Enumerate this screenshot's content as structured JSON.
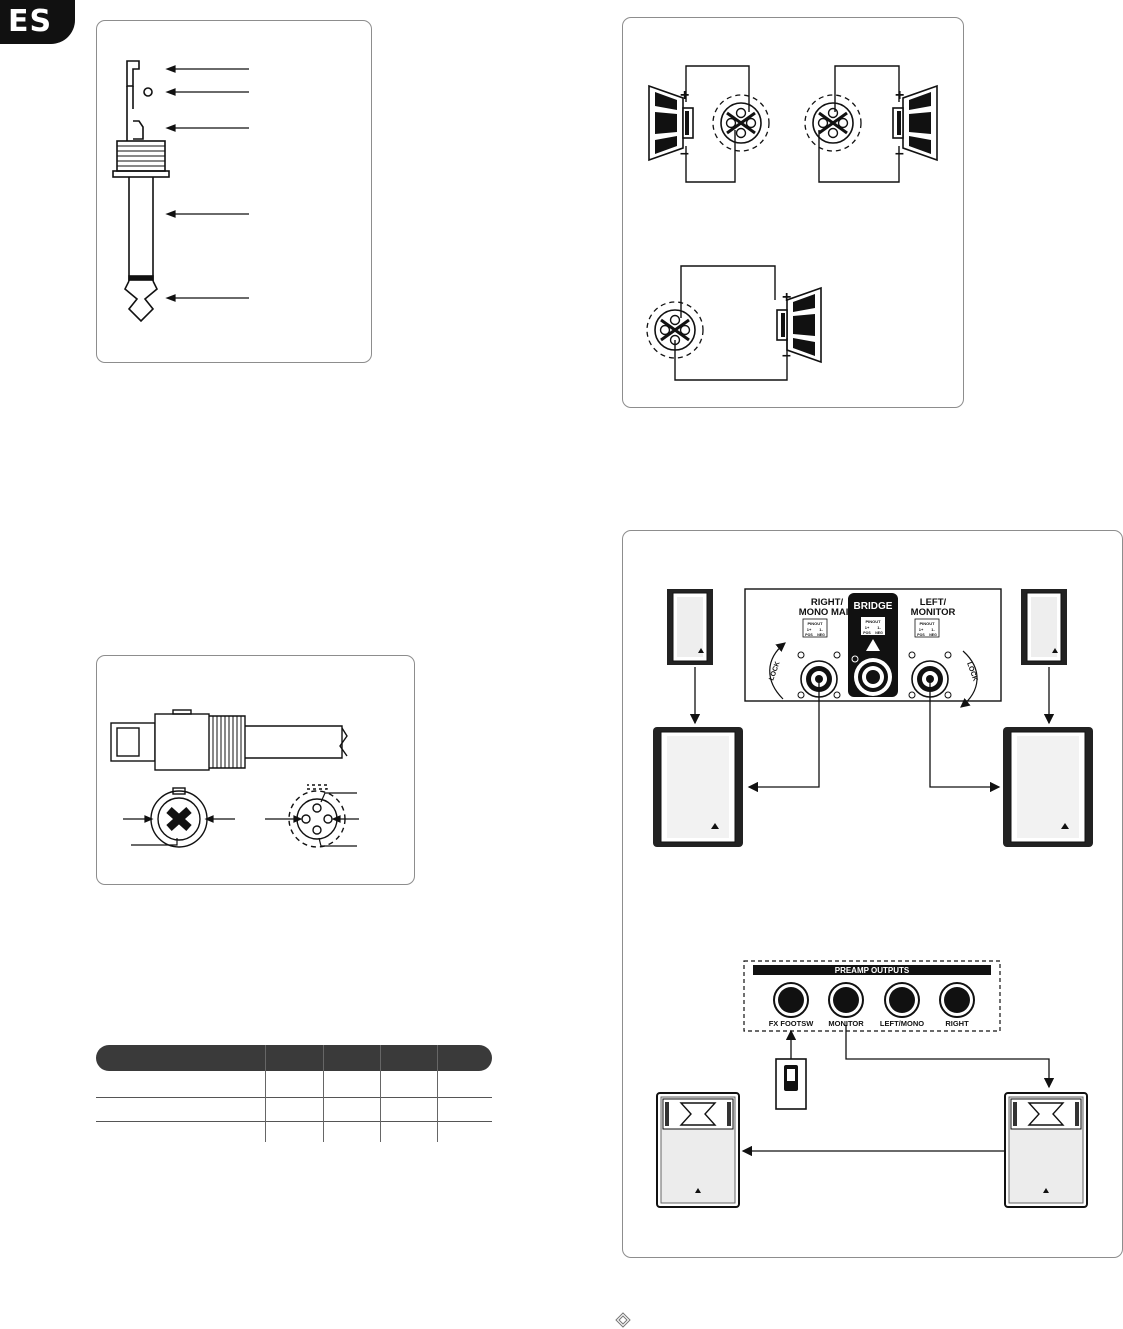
{
  "language_tab": "ES",
  "diagram_b": {
    "polarity_plus": "+",
    "polarity_minus": "–"
  },
  "diagram_c": {
    "right_mono_main_line1": "RIGHT/",
    "right_mono_main_line2": "MONO MAIN",
    "bridge": "BRIDGE",
    "left_monitor_line1": "LEFT/",
    "left_monitor_line2": "MONITOR",
    "pinout": "PINOUT",
    "pin_pos": "1+",
    "pin_neg": "1-",
    "pos_label": "POS",
    "neg_label": "NEG",
    "lock_label": "LOCK",
    "preamp_outputs": "PREAMP OUTPUTS",
    "outputs": [
      "FX FOOTSW",
      "MONITOR",
      "LEFT/MONO",
      "RIGHT"
    ]
  },
  "colors": {
    "ink": "#111111",
    "panel_border": "#8d8d8d",
    "table_header": "#3a3a3a"
  }
}
